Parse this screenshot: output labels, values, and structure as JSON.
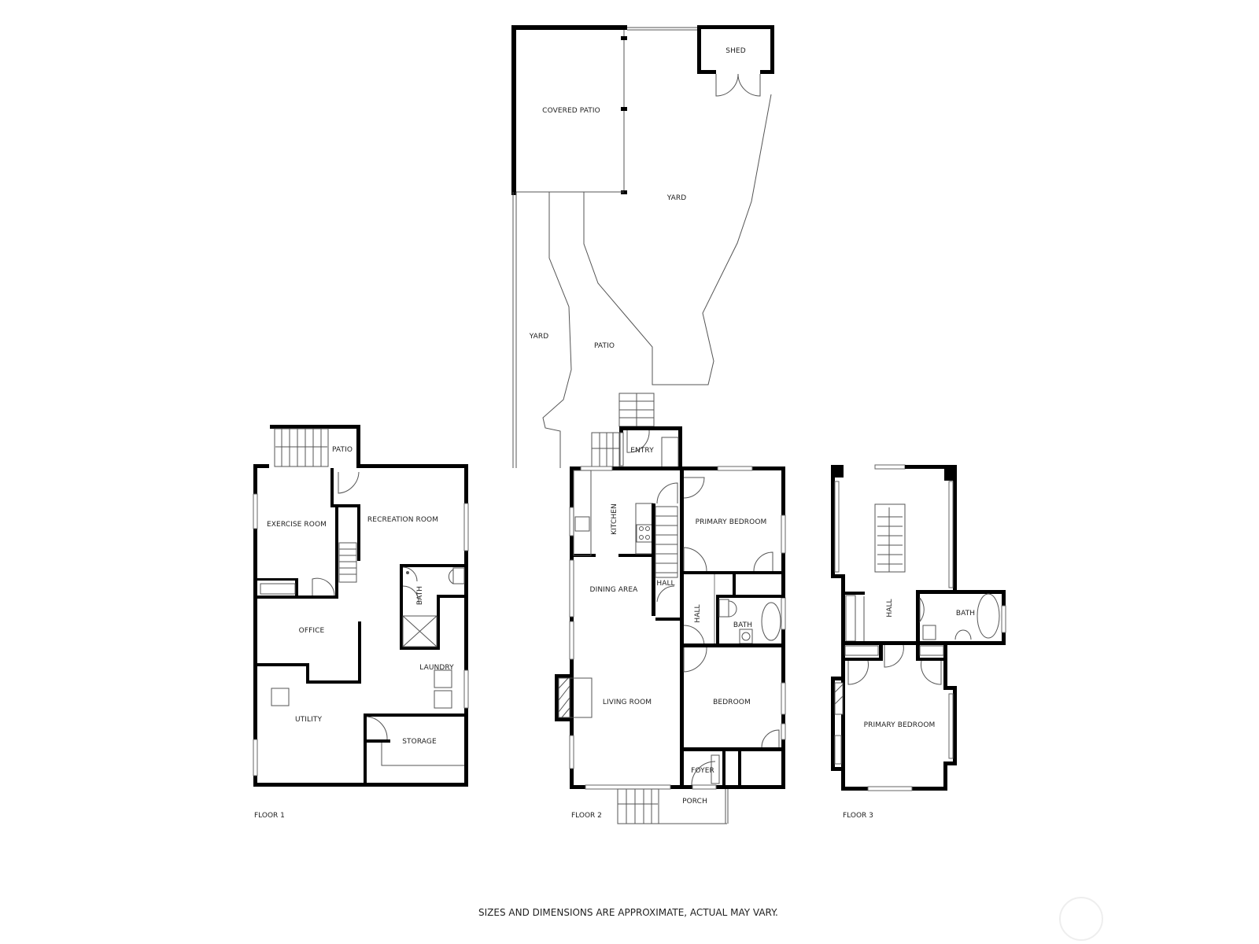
{
  "floors": [
    {
      "label": "FLOOR 1",
      "rooms": {
        "patio": "PATIO",
        "exercise_room": "EXERCISE ROOM",
        "recreation_room": "RECREATION ROOM",
        "bath": "BATH",
        "office": "OFFICE",
        "laundry": "LAUNDRY",
        "utility": "UTILITY",
        "storage": "STORAGE"
      }
    },
    {
      "label": "FLOOR 2",
      "rooms": {
        "covered_patio": "COVERED PATIO",
        "shed": "SHED",
        "yard_upper": "YARD",
        "yard_lower": "YARD",
        "patio": "PATIO",
        "entry": "ENTRY",
        "kitchen": "KITCHEN",
        "primary_bedroom": "PRIMARY BEDROOM",
        "dining_area": "DINING AREA",
        "hall_upper": "HALL",
        "hall_vertical": "HALL",
        "bath": "BATH",
        "living_room": "LIVING ROOM",
        "bedroom": "BEDROOM",
        "foyer": "FOYER",
        "porch": "PORCH"
      }
    },
    {
      "label": "FLOOR 3",
      "rooms": {
        "hall": "HALL",
        "bath": "BATH",
        "primary_bedroom": "PRIMARY BEDROOM"
      }
    }
  ],
  "footer": {
    "disclaimer": "SIZES AND DIMENSIONS ARE APPROXIMATE, ACTUAL MAY VARY."
  }
}
